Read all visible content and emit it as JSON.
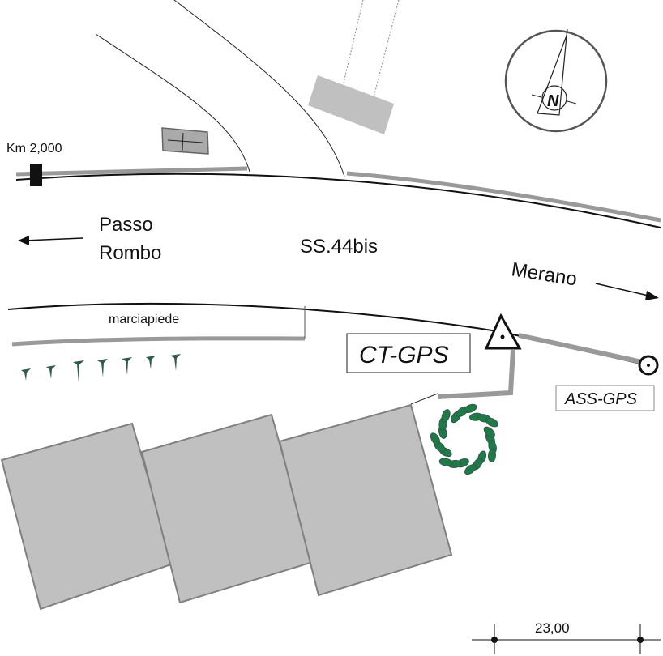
{
  "labels": {
    "km": "Km 2,000",
    "passo_line1": "Passo",
    "passo_line2": "Rombo",
    "road": "SS.44bis",
    "merano": "Merano",
    "sidewalk": "marciapiede",
    "ct_gps": "CT-GPS",
    "ass_gps": "ASS-GPS",
    "scale": "23,00",
    "north": "N"
  },
  "colors": {
    "building": "#c0c0c0",
    "building_stroke": "#808080",
    "sidewalk": "#999999",
    "tree": "#1f7a45",
    "tree_dark": "#2f5a50"
  }
}
